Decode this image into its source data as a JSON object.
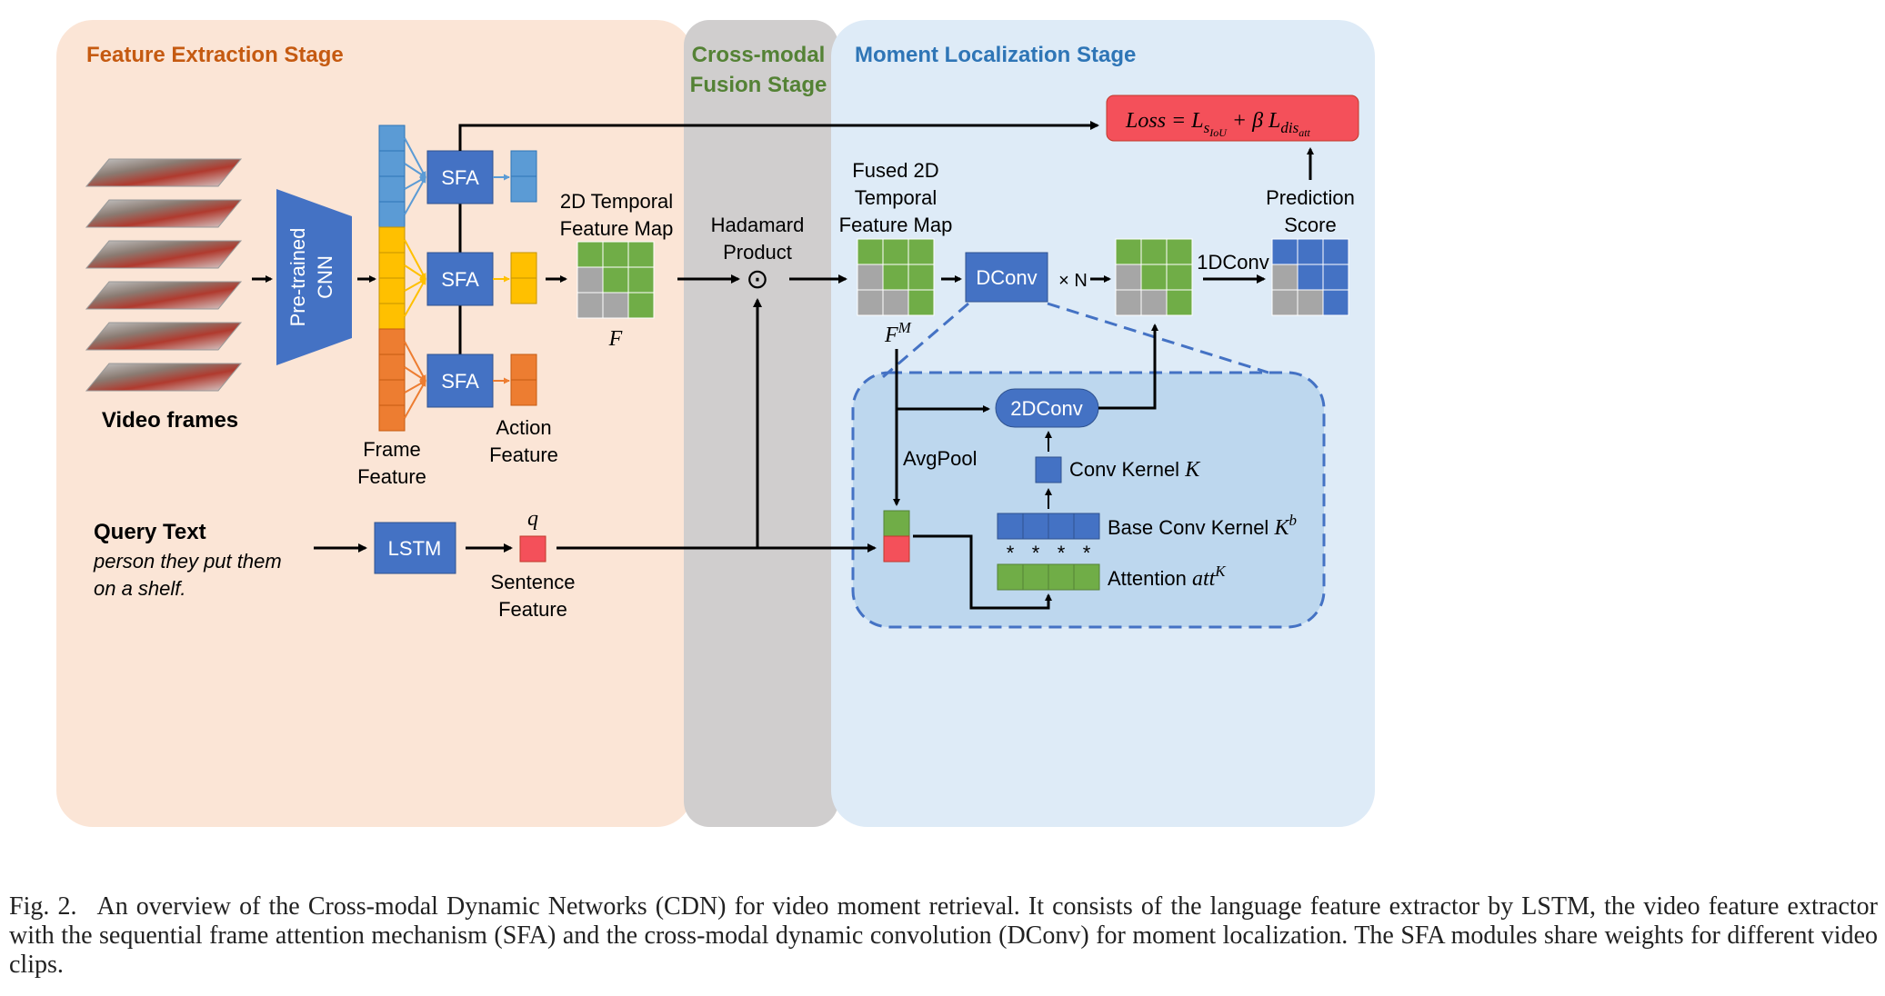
{
  "stages": {
    "feature_extraction": "Feature Extraction Stage",
    "cross_modal_line1": "Cross-modal",
    "cross_modal_line2": "Fusion Stage",
    "moment_localization": "Moment Localization Stage"
  },
  "colors": {
    "feature_bg": "#fbe5d6",
    "fusion_bg": "#d0cece",
    "moment_bg": "#deebf7",
    "inner_panel": "#bdd7ee",
    "orange_title": "#c55a11",
    "green_title": "#548235",
    "blue_title": "#2e75b6",
    "box_blue": "#4472c4",
    "cell_green": "#70ad47",
    "cell_gray": "#a6a6a6",
    "cell_light_blue": "#5b9bd5",
    "cell_yellow": "#ffc000",
    "cell_orange": "#ed7d31",
    "loss_red": "#f4505a"
  },
  "labels": {
    "video_frames": "Video frames",
    "cnn_line1": "Pre-trained",
    "cnn_line2": "CNN",
    "sfa": "SFA",
    "frame_feature_1": "Frame",
    "frame_feature_2": "Feature",
    "action_feature_1": "Action",
    "action_feature_2": "Feature",
    "temporal_map_1": "2D Temporal",
    "temporal_map_2": "Feature Map",
    "f_symbol": "F",
    "hadamard_1": "Hadamard",
    "hadamard_2": "Product",
    "odot": "⊙",
    "fused_1": "Fused 2D",
    "fused_2": "Temporal",
    "fused_3": "Feature Map",
    "fm_symbol": "F",
    "fm_sup": "M",
    "dconv": "DConv",
    "times_n": "× N",
    "conv1d": "1DConv",
    "prediction_1": "Prediction",
    "prediction_2": "Score",
    "loss_text": "Loss = L",
    "loss_sub1": "s",
    "loss_sub2": "IoU",
    "loss_plus": " + β L",
    "loss_sub3": "dis",
    "loss_sub4": "att",
    "query_title": "Query Text",
    "query_line1": "person they put them",
    "query_line2": "on a shelf.",
    "lstm": "LSTM",
    "q_symbol": "q",
    "sentence_1": "Sentence",
    "sentence_2": "Feature",
    "conv2d": "2DConv",
    "avgpool": "AvgPool",
    "conv_kernel": "Conv Kernel ",
    "k_symbol": "K",
    "base_kernel": "Base Conv Kernel ",
    "kb_sup": "b",
    "attention": "Attention ",
    "att_symbol": "att",
    "att_sup": "K",
    "stars": "*"
  },
  "caption": {
    "fig": "Fig. 2.",
    "text": "An overview of the Cross-modal Dynamic Networks (CDN) for video moment retrieval. It consists of the language feature extractor by LSTM, the video feature extractor with the sequential frame attention mechanism (SFA) and the cross-modal dynamic convolution (DConv) for moment localization. The SFA modules share weights for different video clips."
  }
}
